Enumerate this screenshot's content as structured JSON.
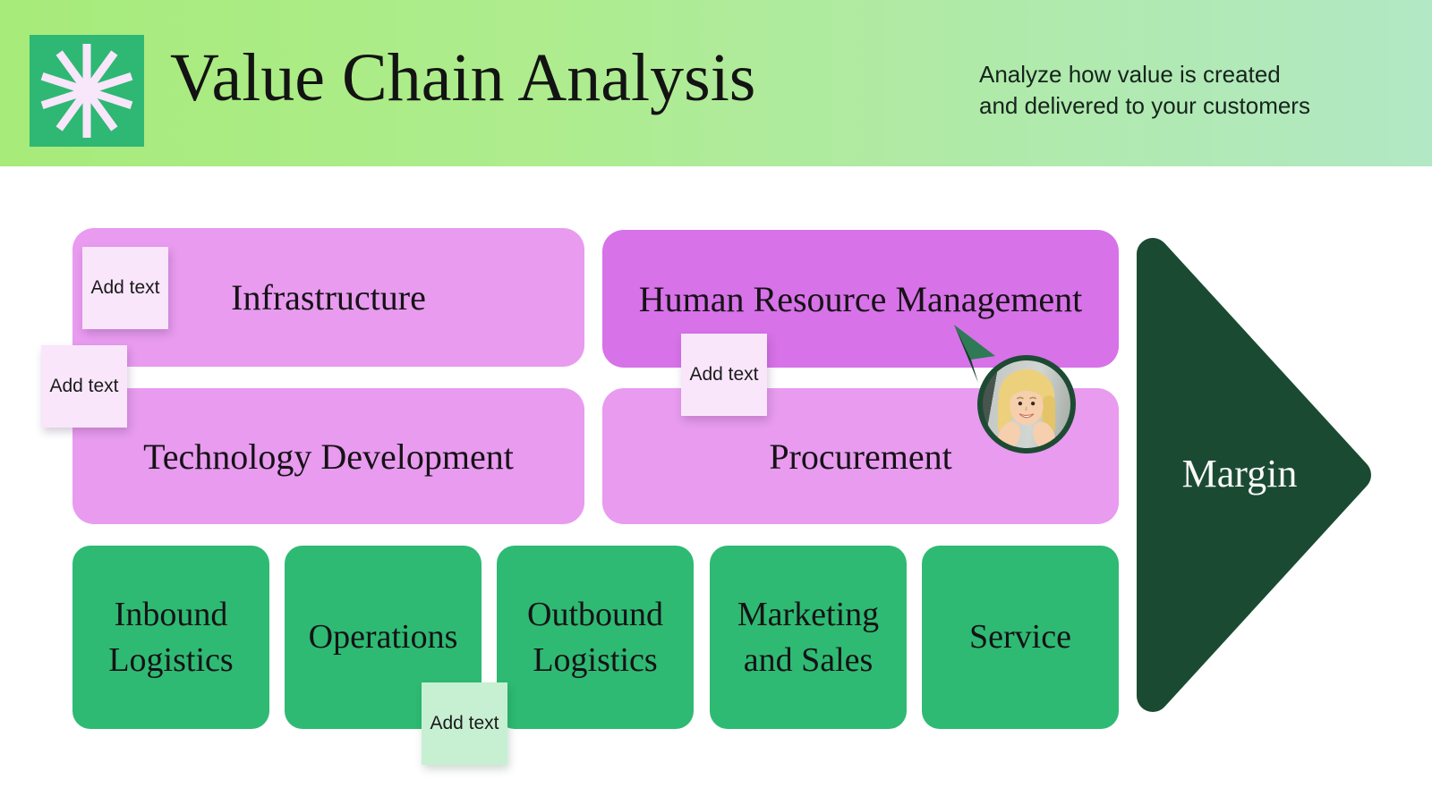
{
  "header": {
    "logo_icon": "starburst-icon",
    "title": "Value Chain Analysis",
    "subtitle_lines": [
      "Analyze how value is created",
      "and delivered to your customers"
    ]
  },
  "diagram": {
    "support_activities": [
      {
        "label": "Infrastructure",
        "variant": "pink"
      },
      {
        "label": "Human Resource Management",
        "variant": "magenta"
      },
      {
        "label": "Technology Development",
        "variant": "pink"
      },
      {
        "label": "Procurement",
        "variant": "pink"
      }
    ],
    "primary_activities": [
      {
        "label": "Inbound Logistics"
      },
      {
        "label": "Operations"
      },
      {
        "label": "Outbound Logistics"
      },
      {
        "label": "Marketing and Sales"
      },
      {
        "label": "Service"
      }
    ],
    "margin_label": "Margin",
    "sticky_notes": [
      {
        "label": "Add text",
        "color": "pink"
      },
      {
        "label": "Add text",
        "color": "pink"
      },
      {
        "label": "Add text",
        "color": "pink"
      },
      {
        "label": "Add text",
        "color": "green"
      }
    ]
  },
  "collaboration": {
    "cursor_icon": "collaborator-cursor-icon",
    "avatar_icon": "collaborator-avatar"
  },
  "colors": {
    "header_gradient_start": "#a7eb7a",
    "header_gradient_end": "#b2e8c4",
    "logo_green": "#2eb873",
    "logo_star": "#f8e6fa",
    "support_pink": "#e89bef",
    "support_magenta": "#d772e8",
    "primary_green": "#2eba73",
    "margin_dark_green": "#1b4a33",
    "sticky_pink": "#f9e6fb",
    "sticky_green": "#c6f0d1"
  }
}
